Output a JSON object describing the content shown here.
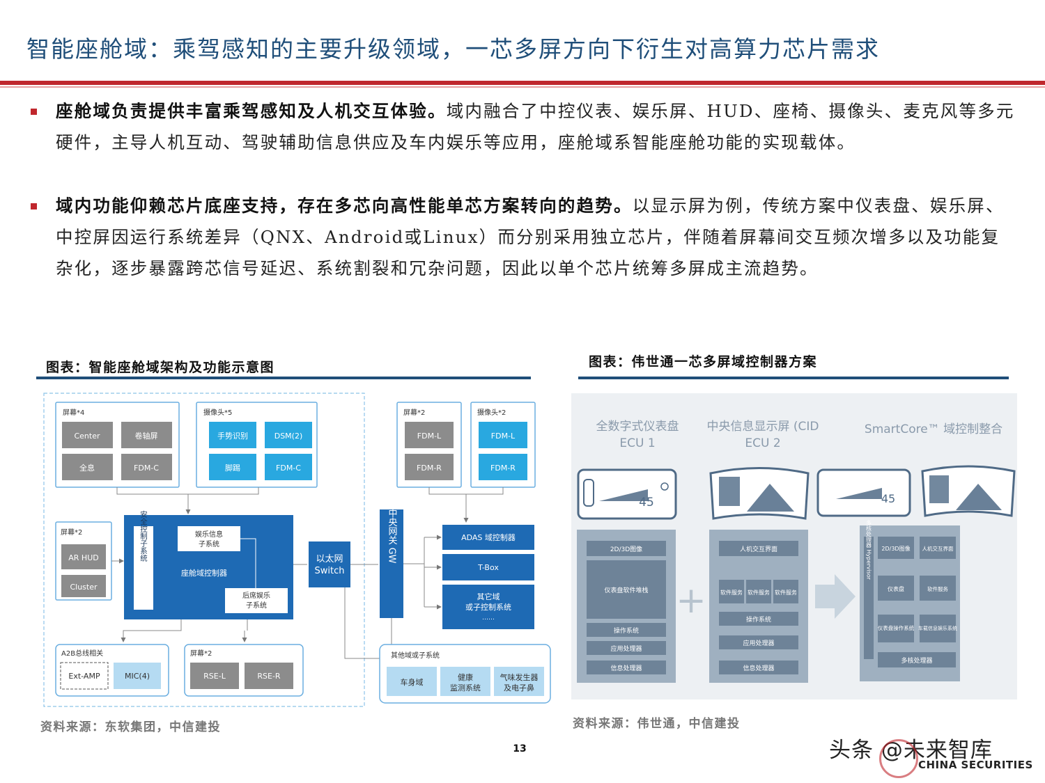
{
  "header": {
    "title": "智能座舱域：乘驾感知的主要升级领域，一芯多屏方向下衍生对高算力芯片需求"
  },
  "bullets": [
    {
      "bold": "座舱域负责提供丰富乘驾感知及人机交互体验。",
      "rest": "域内融合了中控仪表、娱乐屏、HUD、座椅、摄像头、麦克风等多元硬件，主导人机互动、驾驶辅助信息供应及车内娱乐等应用，座舱域系智能座舱功能的实现载体。"
    },
    {
      "bold": "域内功能仰赖芯片底座支持，存在多芯向高性能单芯方案转向的趋势。",
      "rest": "以显示屏为例，传统方案中仪表盘、娱乐屏、中控屏因运行系统差异（QNX、Android或Linux）而分别采用独立芯片，伴随着屏幕间交互频次增多以及功能复杂化，逐步暴露跨芯信号延迟、系统割裂和冗杂问题，因此以单个芯片统筹多屏成主流趋势。"
    }
  ],
  "figure_left": {
    "title": "图表：智能座舱域架构及功能示意图",
    "source": "资料来源：东软集团，中信建投",
    "screens4": {
      "label": "屏幕*4",
      "items": [
        "Center",
        "卷轴屏",
        "全息",
        "FDM-C"
      ]
    },
    "cameras5": {
      "label": "摄像头*5",
      "items": [
        "手势识别",
        "DSM(2)",
        "脚踢",
        "FDM-C"
      ]
    },
    "screens2_top": {
      "label": "屏幕*2",
      "items": [
        "FDM-L",
        "FDM-R"
      ]
    },
    "cameras2": {
      "label": "摄像头*2",
      "items": [
        "FDM-L",
        "FDM-R"
      ]
    },
    "screens2_left": {
      "label": "屏幕*2",
      "items": [
        "AR HUD",
        "Cluster"
      ]
    },
    "controller": {
      "label": "座舱域控制器",
      "safety": "安全控制子系统",
      "ent_l1": "娱乐信息",
      "ent_l2": "子系统",
      "rear_l1": "后席娱乐",
      "rear_l2": "子系统"
    },
    "ethernet": {
      "l1": "以太网",
      "l2": "Switch"
    },
    "gateway": "中央网关 GW",
    "right_domains": {
      "adas": "ADAS 域控制器",
      "tbox": "T-Box",
      "other_l1": "其它域",
      "other_l2": "或子控制系统",
      "other_l3": "……"
    },
    "a2b": {
      "label": "A2B总线相关",
      "items": [
        "Ext-AMP",
        "MIC(4)"
      ]
    },
    "screens2_bottom": {
      "label": "屏幕*2",
      "items": [
        "RSE-L",
        "RSE-R"
      ]
    },
    "other_domains": {
      "label": "其他域或子系统",
      "body": "车身域",
      "health_l1": "健康",
      "health_l2": "监测系统",
      "scent_l1": "气味发生器",
      "scent_l2": "及电子鼻"
    }
  },
  "figure_right": {
    "title": "图表：伟世通一芯多屏域控制器方案",
    "source": "资料来源：伟世通，中信建投",
    "col1": {
      "title_l1": "全数字式仪表盘",
      "title_l2": "ECU 1",
      "speed": "45",
      "stack": [
        "2D/3D图像",
        "仪表盘软件堆栈",
        "操作系统",
        "应用处理器",
        "信息处理器"
      ]
    },
    "col2": {
      "title_l1": "中央信息显示屏 (CID",
      "title_l2": "ECU 2",
      "stack": [
        "人机交互界面",
        "软件服务",
        "操作系统",
        "应用处理器",
        "信息处理器"
      ]
    },
    "col3": {
      "title": "SmartCore™ 域控制整合",
      "speed": "45",
      "hypervisor": "多核处理器 Hypervisor",
      "stack_left": [
        "2D/3D图像",
        "仪表盘",
        "仪表盘操作系统"
      ],
      "stack_right": [
        "人机交互界面",
        "软件服务",
        "车载信息娱乐系统"
      ],
      "bottom": "多核处理器"
    },
    "plus": "+"
  },
  "footer": {
    "page": "13",
    "watermark": "头条 @未来智库",
    "brand": "CHINA SECURITIES"
  },
  "colors": {
    "accent_red": "#c0272d",
    "navy": "#1f4e79",
    "diagram_blue": "#1e6ab4",
    "light_blue": "#29a8e0"
  }
}
